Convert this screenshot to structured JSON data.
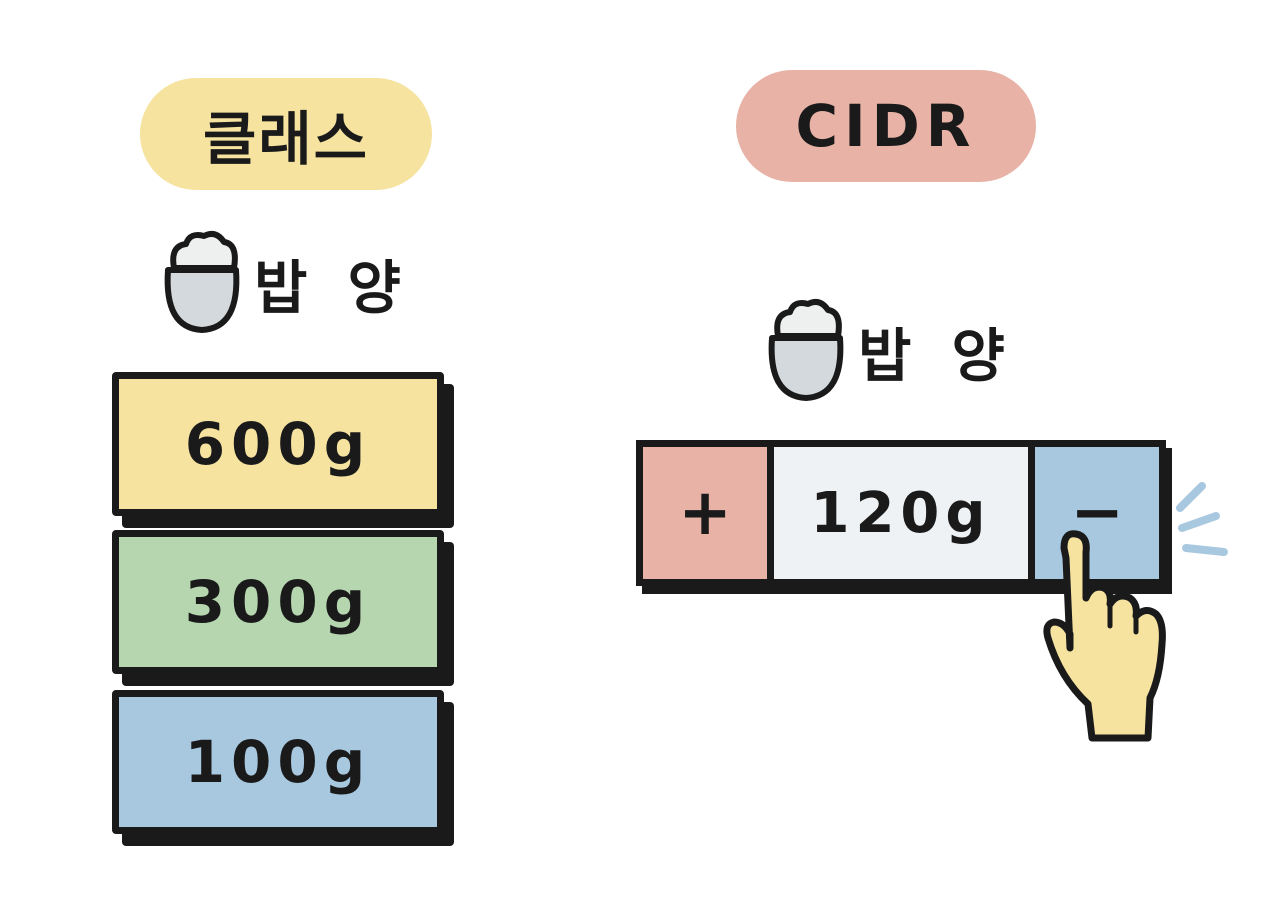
{
  "left": {
    "title": "클래스",
    "rice_label": "밥 양",
    "options": [
      "600g",
      "300g",
      "100g"
    ],
    "colors": {
      "title_bg": "#f6e3a0",
      "option_600": "#f6e3a0",
      "option_300": "#b5d6ae",
      "option_100": "#a8c8e0"
    }
  },
  "right": {
    "title": "CIDR",
    "rice_label": "밥 양",
    "stepper": {
      "plus_label": "+",
      "value": "120g",
      "minus_label": "−"
    },
    "colors": {
      "title_bg": "#e8b3a6",
      "plus_bg": "#e8b3a6",
      "value_bg": "#eef2f4",
      "minus_bg": "#a8c8e0"
    }
  },
  "icons": [
    "rice-bowl-icon",
    "pointing-hand-icon",
    "click-sparkle-icon"
  ]
}
